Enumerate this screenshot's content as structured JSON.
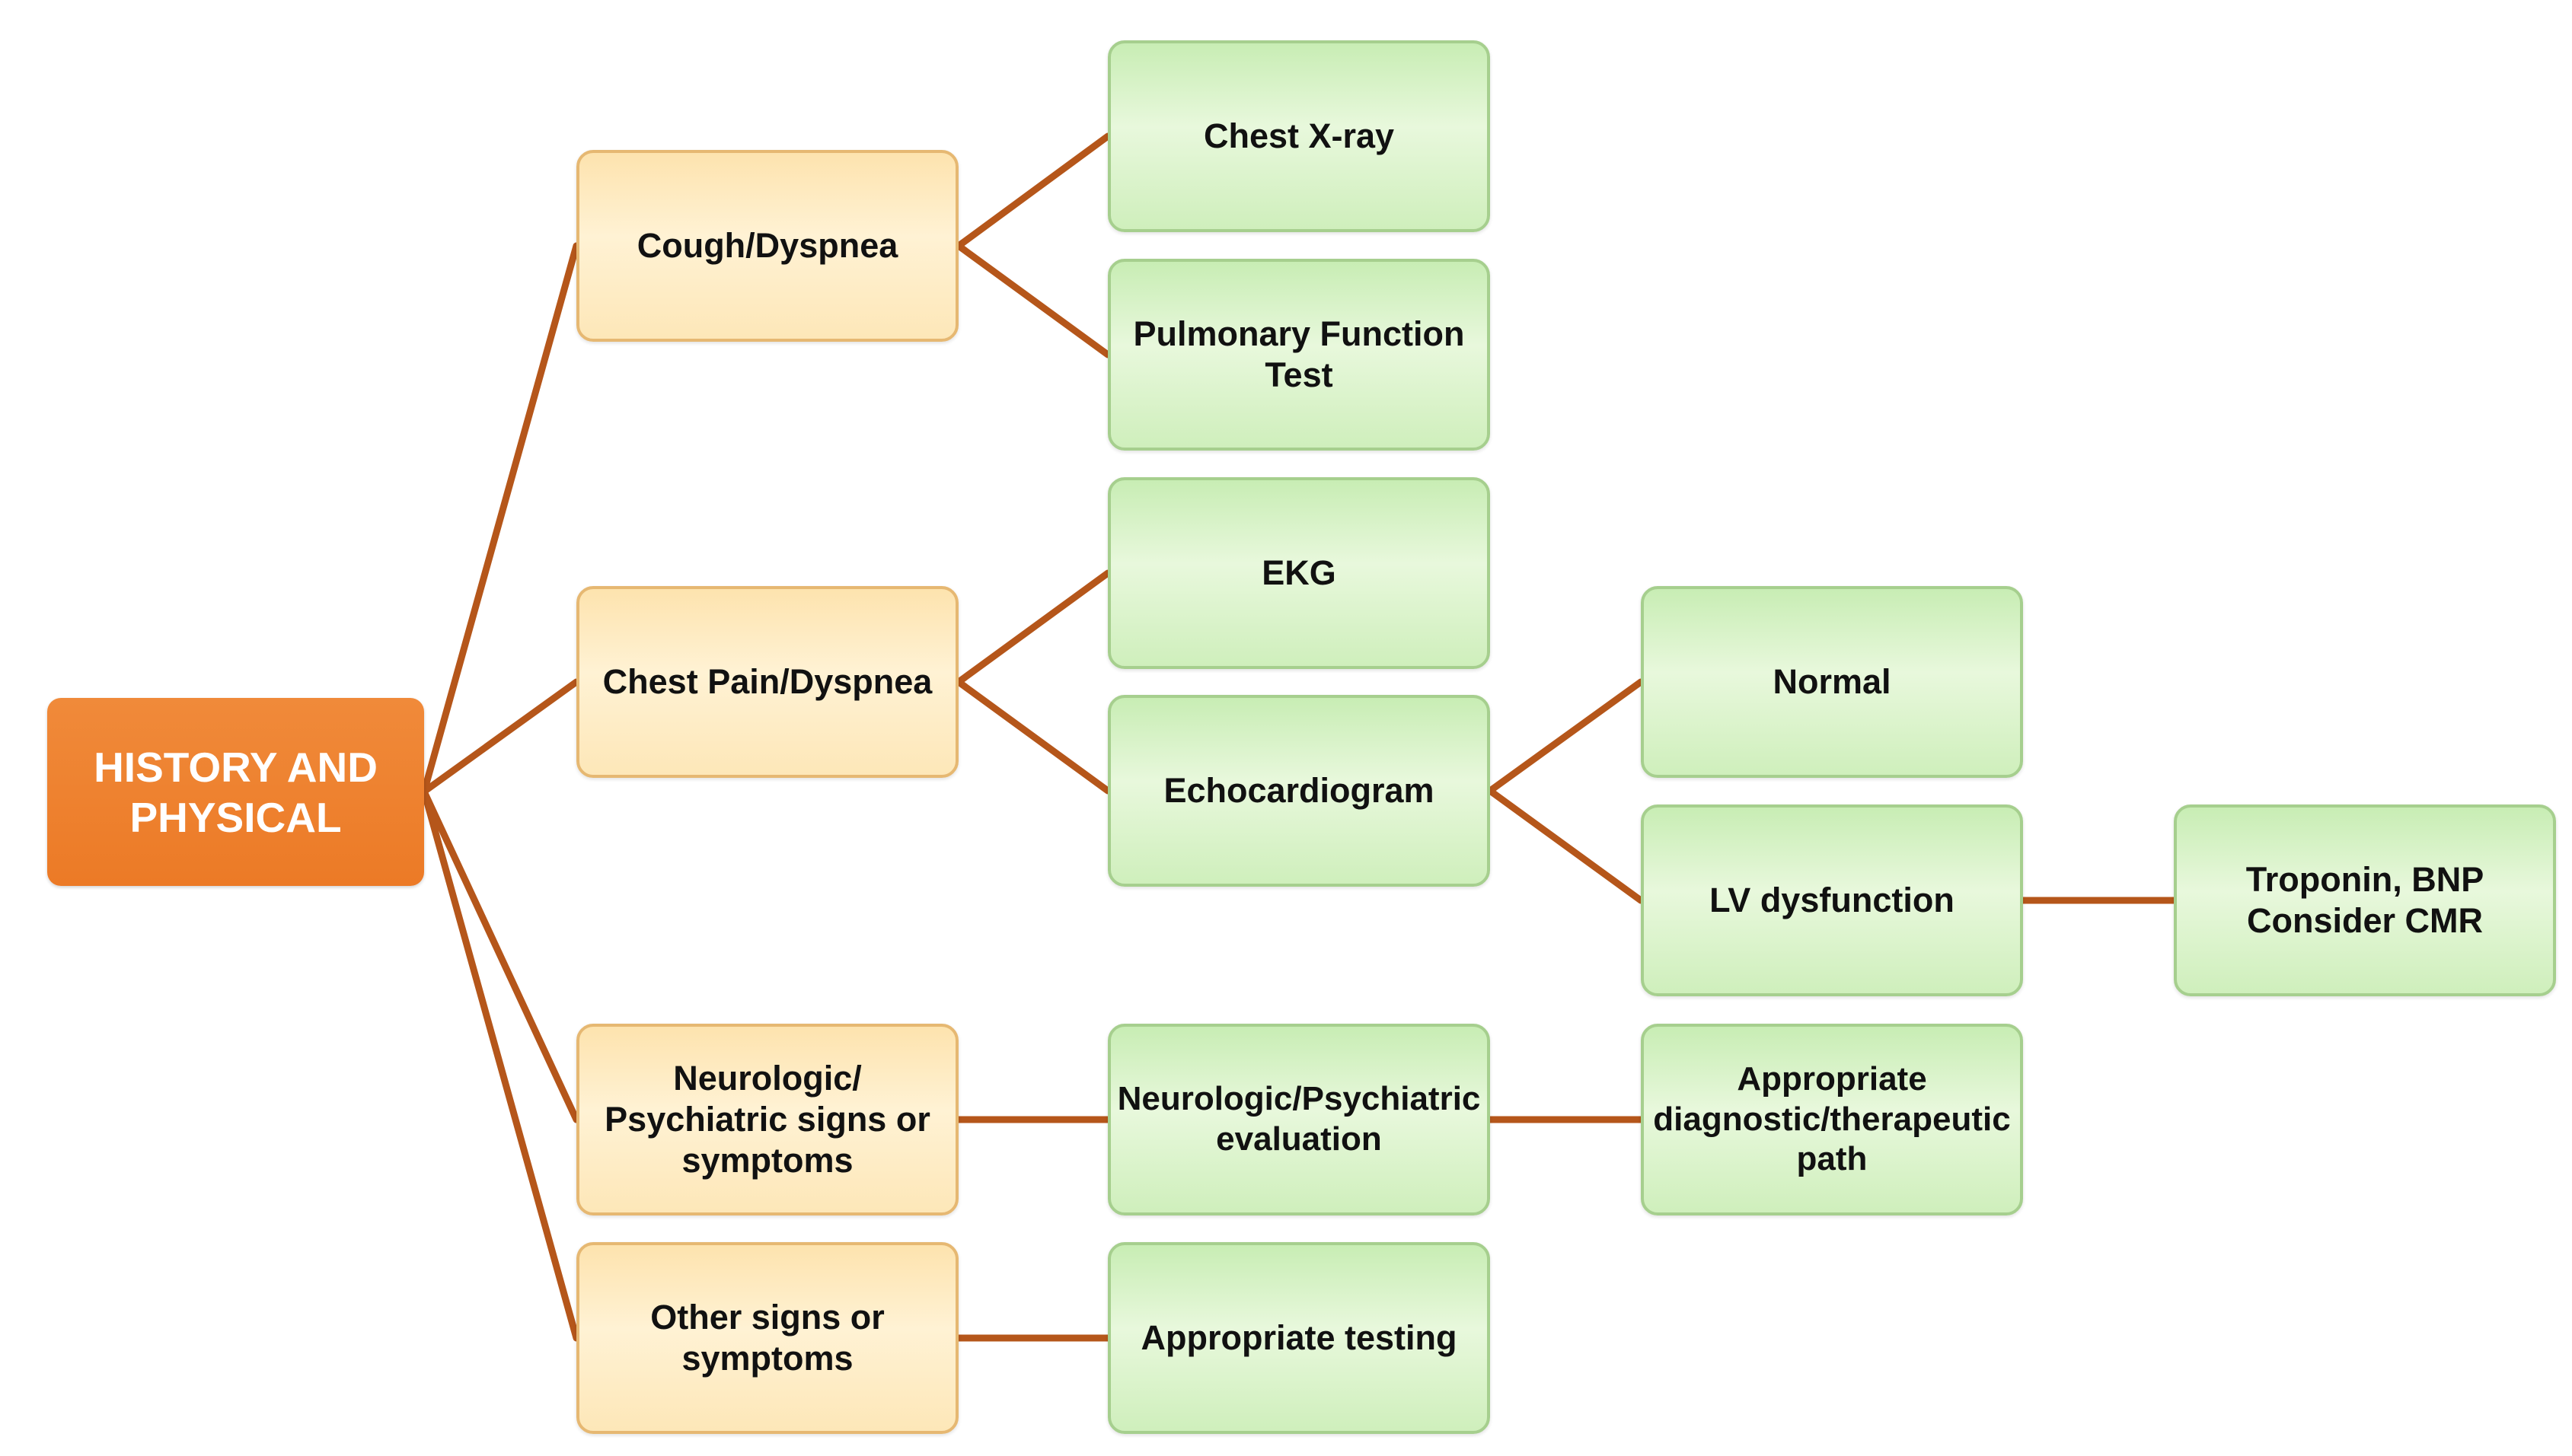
{
  "diagram": {
    "colors": {
      "connector": "#b5561a",
      "root_fill": "#ec7a26",
      "symptom_fill": "#fdebc4",
      "test_fill": "#d8f3c8"
    },
    "nodes": {
      "root": "HISTORY AND\nPHYSICAL",
      "cough_dyspnea": "Cough/Dyspnea",
      "chest_pain_dyspnea": "Chest Pain/Dyspnea",
      "neuro_psych_signs": "Neurologic/\nPsychiatric signs or\nsymptoms",
      "other_signs": "Other signs or\nsymptoms",
      "chest_xray": "Chest X-ray",
      "pulmonary_function_test": "Pulmonary Function\nTest",
      "ekg": "EKG",
      "echocardiogram": "Echocardiogram",
      "neuro_psych_evaluation": "Neurologic/Psychiatric\nevaluation",
      "appropriate_testing": "Appropriate testing",
      "normal": "Normal",
      "lv_dysfunction": "LV dysfunction",
      "appropriate_path": "Appropriate\ndiagnostic/therapeutic\npath",
      "troponin_bnp": "Troponin, BNP\nConsider CMR"
    },
    "edges": [
      [
        "root",
        "cough_dyspnea"
      ],
      [
        "root",
        "chest_pain_dyspnea"
      ],
      [
        "root",
        "neuro_psych_signs"
      ],
      [
        "root",
        "other_signs"
      ],
      [
        "cough_dyspnea",
        "chest_xray"
      ],
      [
        "cough_dyspnea",
        "pulmonary_function_test"
      ],
      [
        "chest_pain_dyspnea",
        "ekg"
      ],
      [
        "chest_pain_dyspnea",
        "echocardiogram"
      ],
      [
        "echocardiogram",
        "normal"
      ],
      [
        "echocardiogram",
        "lv_dysfunction"
      ],
      [
        "lv_dysfunction",
        "troponin_bnp"
      ],
      [
        "neuro_psych_signs",
        "neuro_psych_evaluation"
      ],
      [
        "neuro_psych_evaluation",
        "appropriate_path"
      ],
      [
        "other_signs",
        "appropriate_testing"
      ]
    ]
  }
}
